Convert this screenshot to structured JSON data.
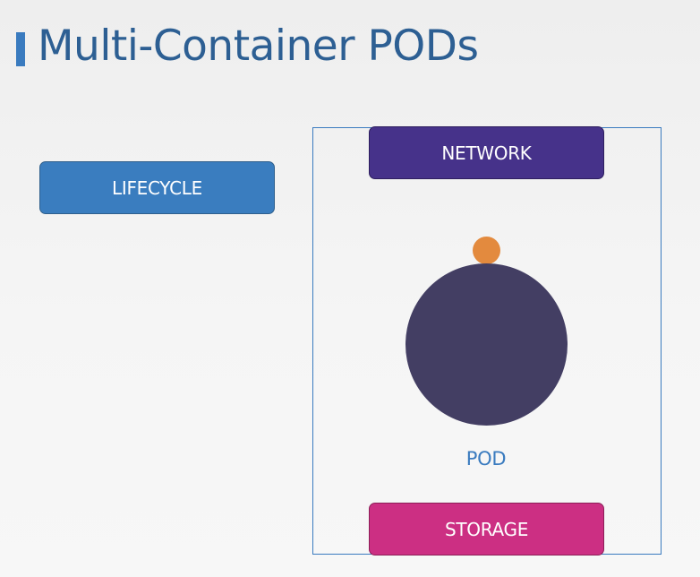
{
  "title": "Multi-Container PODs",
  "boxes": {
    "lifecycle": "LIFECYCLE",
    "network": "NETWORK",
    "storage": "STORAGE"
  },
  "pod": {
    "label": "POD"
  },
  "colors": {
    "title": "#2d5f93",
    "title_accent": "#3a7bbf",
    "lifecycle": "#3a7dbf",
    "network": "#46328a",
    "storage": "#cc2f83",
    "pod_circle": "#433e63",
    "container_dot": "#e38a3e",
    "pod_label": "#3a7bbf",
    "pod_frame": "#3a7bbf"
  }
}
